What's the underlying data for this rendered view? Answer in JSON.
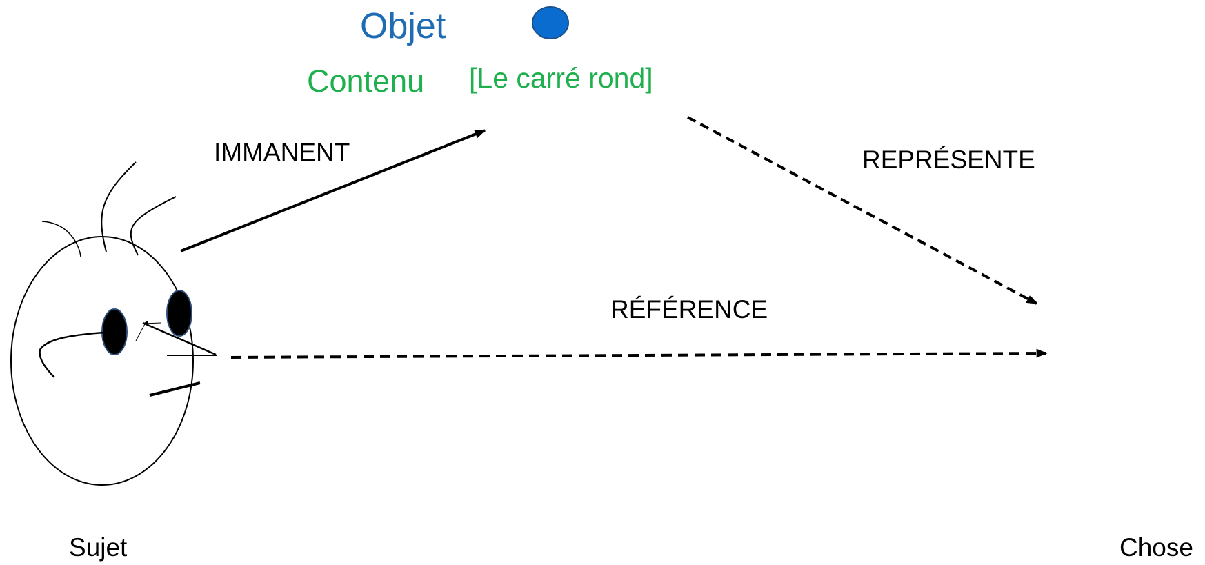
{
  "labels": {
    "objet": "Objet",
    "contenu": "Contenu",
    "carre_rond": "[Le carré rond]",
    "immanent": "IMMANENT",
    "represente": "REPRÉSENTE",
    "reference": "RÉFÉRENCE",
    "sujet": "Sujet",
    "chose": "Chose"
  },
  "colors": {
    "objet": "#1f6cb5",
    "contenu": "#1db04d",
    "text": "#000000",
    "dot_fill": "#0a6ccf",
    "dot_stroke": "#1d4f8a",
    "eye_stroke": "#2f4d7a"
  }
}
